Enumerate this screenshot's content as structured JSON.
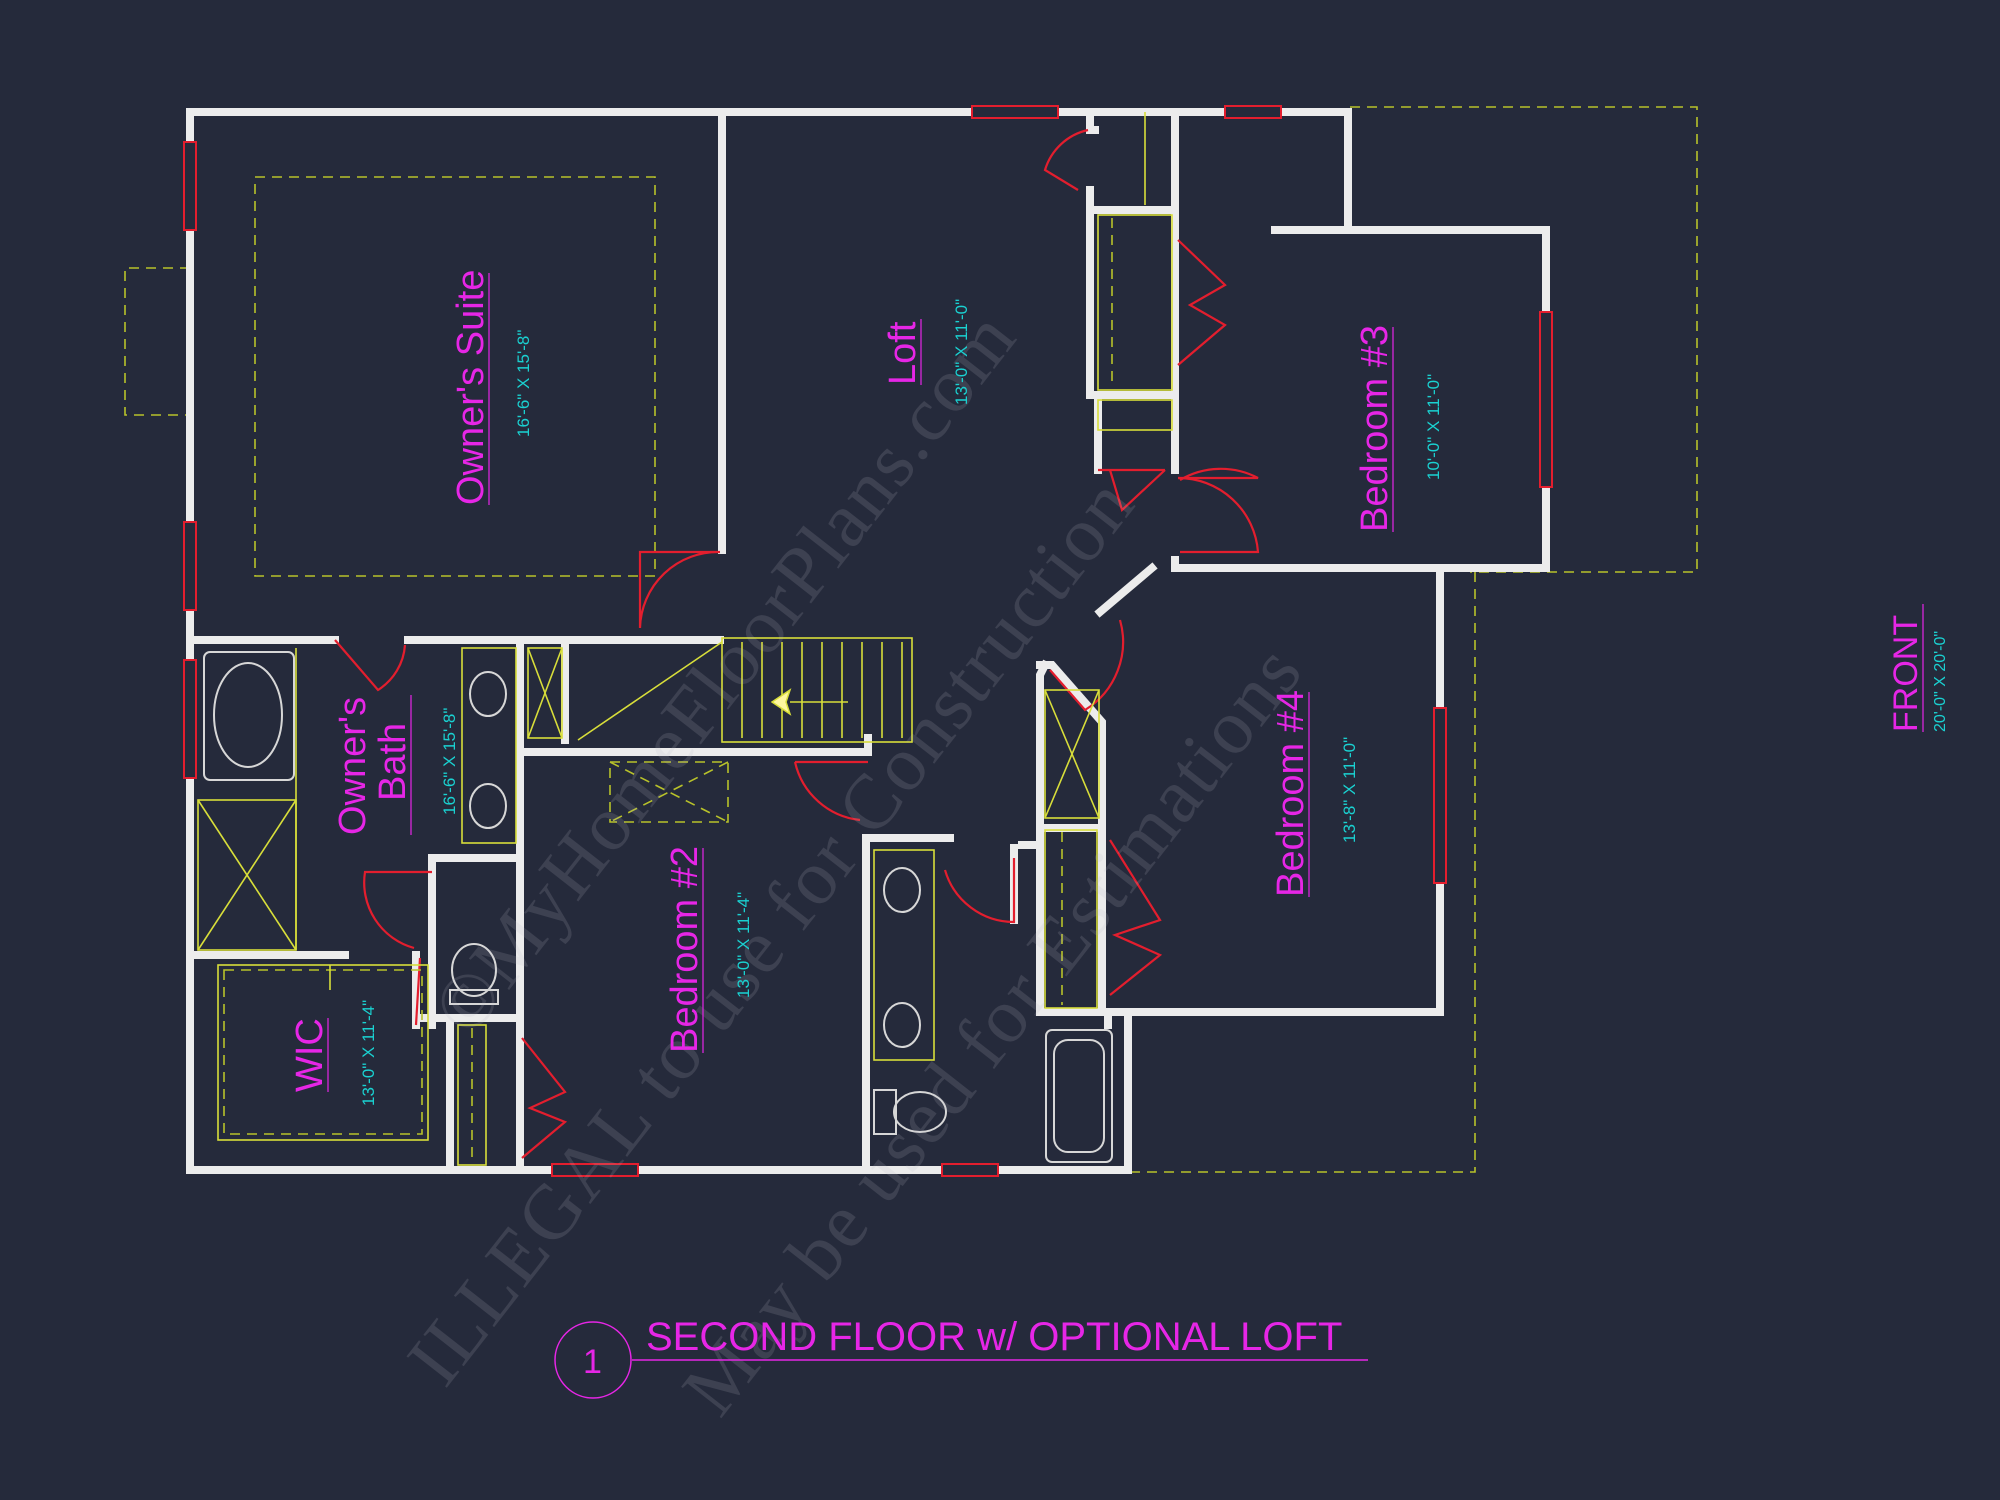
{
  "rooms": {
    "owners_suite": {
      "name": "Owner's Suite",
      "dims": "16'-6\" X 15'-8\""
    },
    "loft": {
      "name": "Loft",
      "dims": "13'-0\" X 11'-0\""
    },
    "bedroom3": {
      "name": "Bedroom #3",
      "dims": "10'-0\" X 11'-0\""
    },
    "owners_bath": {
      "line1": "Owner's",
      "line2": "Bath",
      "dims": "16'-6\" X 15'-8\""
    },
    "bedroom2": {
      "name": "Bedroom #2",
      "dims": "13'-0\" X 11'-4\""
    },
    "bedroom4": {
      "name": "Bedroom #4",
      "dims": "13'-8\" X 11'-0\""
    },
    "wic": {
      "name": "WIC",
      "dims": "13'-0\" X 11'-4\""
    }
  },
  "title": {
    "number": "1",
    "text": "SECOND FLOOR w/ OPTIONAL LOFT"
  },
  "front": {
    "label": "FRONT",
    "dims": "20'-0\" X 20'-0\""
  },
  "watermark": {
    "line1": "©MyHomeFloorPlans.com",
    "line2": "ILLEGAL to use for Construction",
    "line3": "May be used for Estimations"
  },
  "colors": {
    "background": "#252a3b",
    "walls": "#ececec",
    "room_labels": "#e626e6",
    "dimensions": "#1ad1d1",
    "doors_windows": "#e31e2e",
    "fixtures_dashed": "#b8c22a"
  }
}
